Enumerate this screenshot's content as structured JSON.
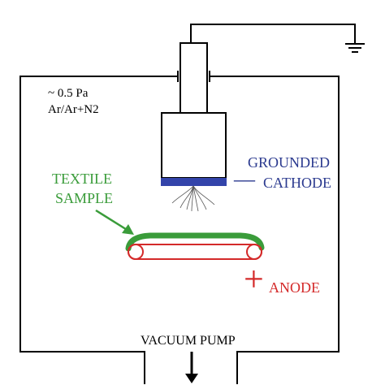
{
  "pressure_label": "~ 0.5 Pa",
  "gas_label": "Ar/Ar+N2",
  "cathode": {
    "line1": "GROUNDED",
    "line2": "CATHODE",
    "sign": "—",
    "color": "#2b3a8f"
  },
  "textile": {
    "line1": "TEXTILE",
    "line2": "SAMPLE",
    "color": "#3a9c3a"
  },
  "anode": {
    "label": "ANODE",
    "sign": "+",
    "color": "#d42a2a"
  },
  "pump_label": "VACUUM PUMP",
  "colors": {
    "chamber": "#000000",
    "target": "#3344aa"
  }
}
